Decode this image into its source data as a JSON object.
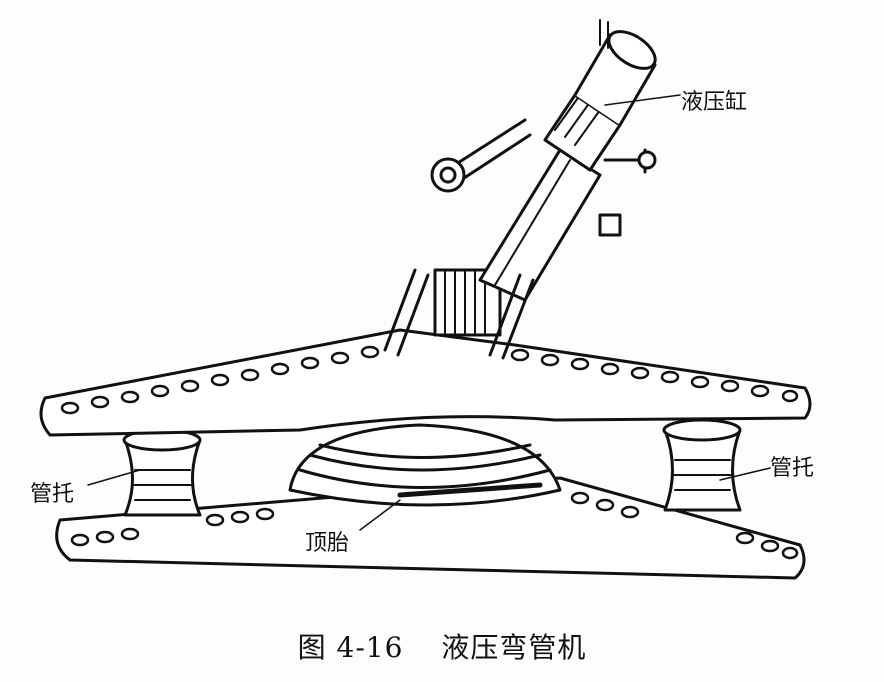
{
  "labels": {
    "cylinder": "液压缸",
    "pipe_support_left": "管托",
    "pipe_support_right": "管托",
    "bending_die": "顶胎"
  },
  "caption": {
    "figure_number": "图 4-16",
    "title": "液压弯管机"
  }
}
